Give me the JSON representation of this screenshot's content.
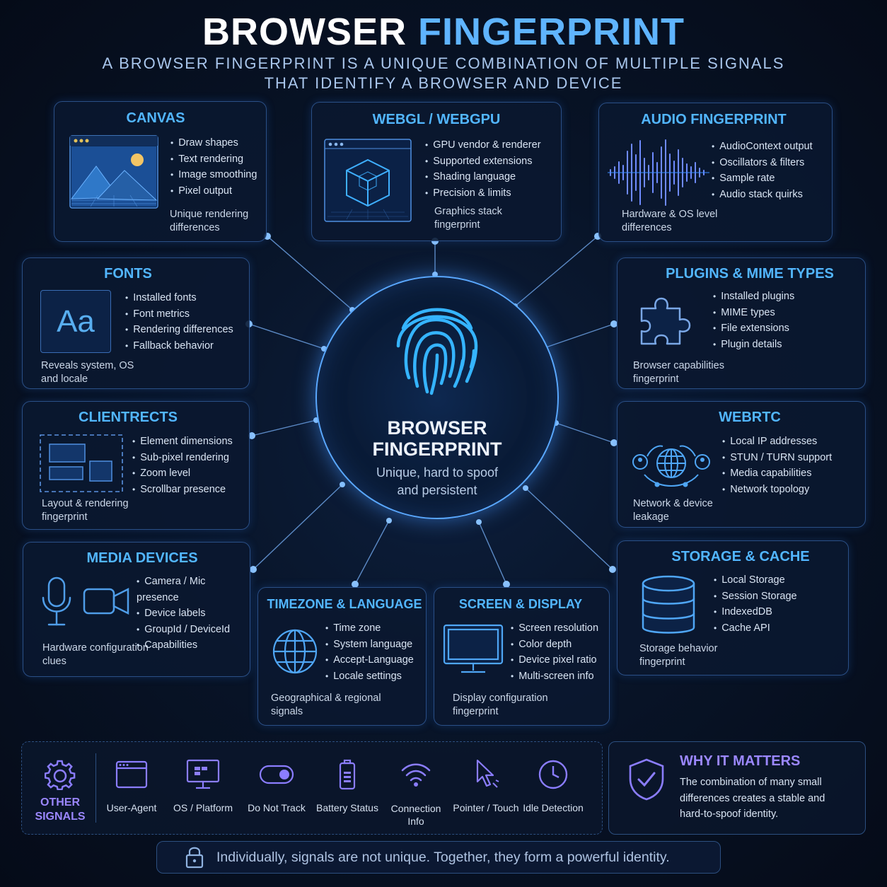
{
  "title": {
    "main": "BROWSER",
    "accent": "FINGERPRINT"
  },
  "subtitle": {
    "line1": "A BROWSER FINGERPRINT IS A UNIQUE COMBINATION OF MULTIPLE SIGNALS",
    "line2": "THAT IDENTIFY A BROWSER AND DEVICE"
  },
  "center": {
    "line1": "BROWSER",
    "line2": "FINGERPRINT",
    "desc1": "Unique, hard to spoof",
    "desc2": "and persistent",
    "icon": "fingerprint-icon"
  },
  "cards": {
    "canvas": {
      "title": "CANVAS",
      "items": [
        "Draw shapes",
        "Text rendering",
        "Image smoothing",
        "Pixel output"
      ],
      "foot1": "Unique rendering",
      "foot2": "differences",
      "icon": "canvas-image-icon"
    },
    "webgl": {
      "title": "WEBGL / WEBGPU",
      "items": [
        "GPU vendor & renderer",
        "Supported extensions",
        "Shading language",
        "Precision & limits"
      ],
      "foot1": "Graphics stack",
      "foot2": "fingerprint",
      "icon": "cube-icon"
    },
    "audio": {
      "title": "AUDIO FINGERPRINT",
      "items": [
        "AudioContext output",
        "Oscillators & filters",
        "Sample rate",
        "Audio stack quirks"
      ],
      "foot1": "Hardware & OS level",
      "foot2": "differences",
      "icon": "waveform-icon"
    },
    "fonts": {
      "title": "FONTS",
      "items": [
        "Installed fonts",
        "Font metrics",
        "Rendering differences",
        "Fallback behavior"
      ],
      "foot1": "Reveals system, OS",
      "foot2": "and locale",
      "icon_text": "Aa",
      "icon": "font-icon"
    },
    "plugins": {
      "title": "PLUGINS & MIME TYPES",
      "items": [
        "Installed plugins",
        "MIME types",
        "File extensions",
        "Plugin details"
      ],
      "foot1": "Browser capabilities",
      "foot2": "fingerprint",
      "icon": "puzzle-icon"
    },
    "clientrects": {
      "title": "CLIENTRECTS",
      "items": [
        "Element dimensions",
        "Sub-pixel rendering",
        "Zoom level",
        "Scrollbar presence"
      ],
      "foot1": "Layout & rendering",
      "foot2": "fingerprint",
      "icon": "layout-icon"
    },
    "webrtc": {
      "title": "WEBRTC",
      "items": [
        "Local IP addresses",
        "STUN / TURN support",
        "Media capabilities",
        "Network topology"
      ],
      "foot1": "Network & device",
      "foot2": "leakage",
      "icon": "network-globe-icon"
    },
    "media": {
      "title": "MEDIA DEVICES",
      "items": [
        "Camera / Mic presence",
        "Device labels",
        "GroupId / DeviceId",
        "Capabilities"
      ],
      "foot1": "Hardware configuration",
      "foot2": "clues",
      "icon": "mic-camera-icon"
    },
    "storage": {
      "title": "STORAGE & CACHE",
      "items": [
        "Local Storage",
        "Session Storage",
        "IndexedDB",
        "Cache API"
      ],
      "foot1": "Storage behavior",
      "foot2": "fingerprint",
      "icon": "database-icon"
    },
    "timezone": {
      "title": "TIMEZONE & LANGUAGE",
      "items": [
        "Time zone",
        "System language",
        "Accept-Language",
        "Locale settings"
      ],
      "foot1": "Geographical & regional",
      "foot2": "signals",
      "icon": "globe-icon"
    },
    "screen": {
      "title": "SCREEN & DISPLAY",
      "items": [
        "Screen resolution",
        "Color depth",
        "Device pixel ratio",
        "Multi-screen info"
      ],
      "foot1": "Display configuration",
      "foot2": "fingerprint",
      "icon": "monitor-icon"
    }
  },
  "other": {
    "title1": "OTHER",
    "title2": "SIGNALS",
    "signals": [
      {
        "label": "User-Agent",
        "icon": "browser-window-icon"
      },
      {
        "label": "OS / Platform",
        "icon": "os-monitor-icon"
      },
      {
        "label": "Do Not Track",
        "icon": "toggle-icon"
      },
      {
        "label": "Battery Status",
        "icon": "battery-icon"
      },
      {
        "label": "Connection",
        "label2": "Info",
        "icon": "wifi-icon"
      },
      {
        "label": "Pointer / Touch",
        "icon": "pointer-icon"
      },
      {
        "label": "Idle Detection",
        "icon": "clock-icon"
      }
    ]
  },
  "why": {
    "title": "WHY IT MATTERS",
    "line1": "The combination of many small",
    "line2": "differences creates a stable and",
    "line3": "hard-to-spoof identity.",
    "icon": "shield-check-icon"
  },
  "footer": {
    "text": "Individually, signals are not unique. Together, they form a powerful identity.",
    "icon": "lock-icon"
  },
  "colors": {
    "accent": "#52b6ff",
    "purple": "#9b7cff",
    "background": "#07101f",
    "border": "#2a4f86"
  }
}
